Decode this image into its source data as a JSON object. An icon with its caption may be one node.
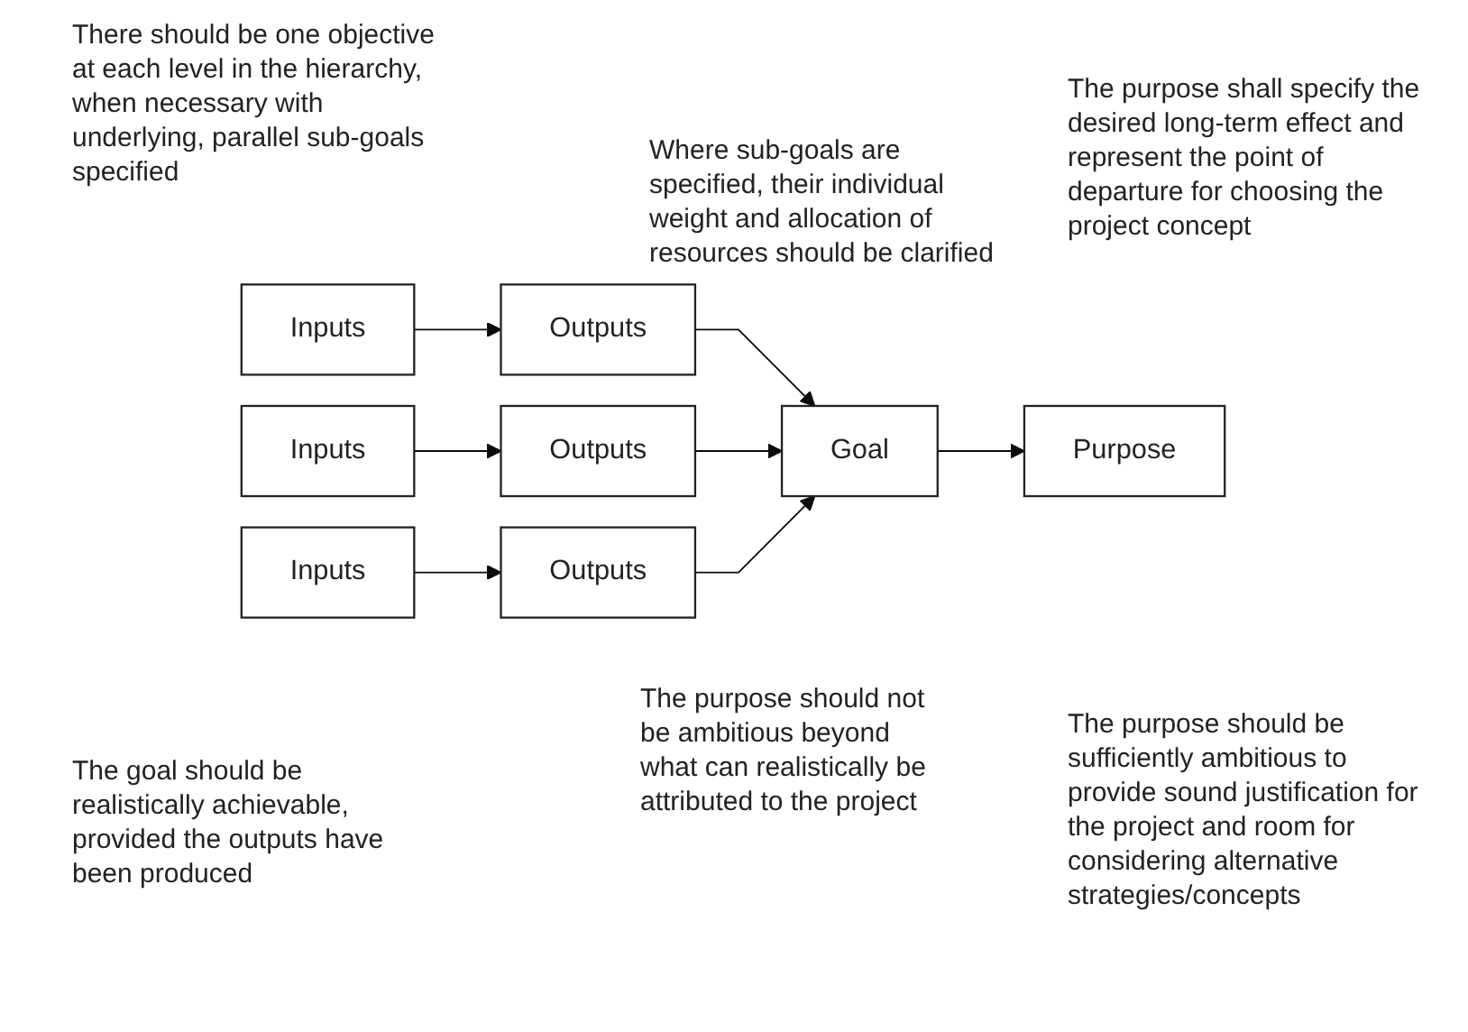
{
  "diagram": {
    "nodes": [
      {
        "text": [
          "Inputs"
        ]
      },
      {
        "text": [
          "Outputs"
        ]
      },
      {
        "text": [
          "Inputs"
        ]
      },
      {
        "text": [
          "Outputs"
        ]
      },
      {
        "text": [
          "Inputs"
        ]
      },
      {
        "text": [
          "Outputs"
        ]
      },
      {
        "text": [
          "Goal"
        ]
      },
      {
        "text": [
          "Purpose"
        ]
      }
    ],
    "edges": [
      {
        "from": 0,
        "to": 1,
        "arrow": "to"
      },
      {
        "from": 2,
        "to": 3,
        "arrow": "to"
      },
      {
        "from": 4,
        "to": 5,
        "arrow": "to"
      },
      {
        "from": 1,
        "to": 6,
        "arrow": "to"
      },
      {
        "from": 3,
        "to": 6,
        "arrow": "to"
      },
      {
        "from": 5,
        "to": 6,
        "arrow": "to"
      },
      {
        "from": 6,
        "to": 7,
        "arrow": "to"
      }
    ],
    "labels": [
      "There should be one objective at each level in the hierarchy, when necessary with underlying, parallel sub-goals specified",
      "The purpose shall specify the desired long-term effect and represent the point of departure for choosing the project concept",
      "Where sub-goals are specified, their individual weight and allocation of resources should be clarified",
      "The purpose should not be ambitious beyond what can realistically be attributed to the project",
      "The purpose should be sufficiently ambitious to provide sound justification for the project and room for considering alternative strategies/concepts",
      "The goal should be realistically achievable, provided the outputs have been produced"
    ]
  }
}
